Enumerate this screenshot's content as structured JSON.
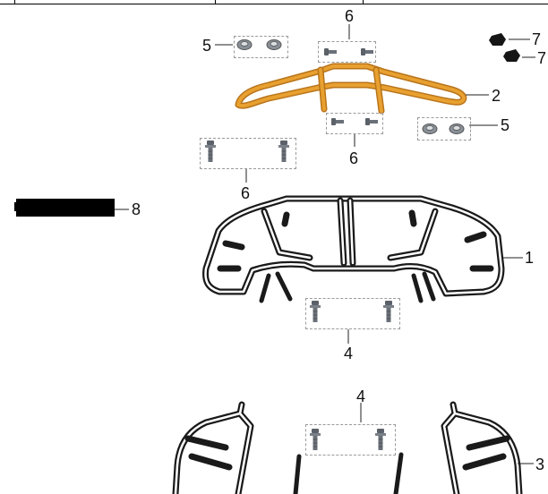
{
  "callouts": {
    "c1": "1",
    "c2": "2",
    "c3": "3",
    "c4a": "4",
    "c4b": "4",
    "c5a": "5",
    "c5b": "5",
    "c6a": "6",
    "c6b": "6",
    "c6c": "6",
    "c7a": "7",
    "c7b": "7",
    "c8": "8"
  },
  "colors": {
    "rack": "#1a1a1a",
    "highlight": "#e8a030",
    "highlight_edge": "#b8741a",
    "bolt": "#5b6168",
    "leader": "#222222"
  },
  "icons": [
    "bolt-icon",
    "flange-nut-icon",
    "rubber-cap-icon",
    "redacted-label"
  ]
}
